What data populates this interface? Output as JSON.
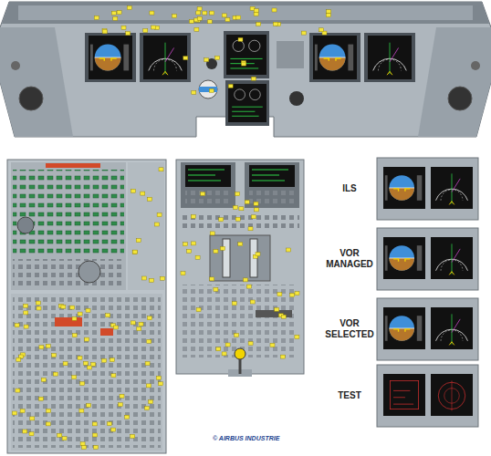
{
  "diagram": {
    "labels": [
      "ILS",
      "VOR MANAGED",
      "VOR SELECTED",
      "TEST",
      "© AIRBUS INDUSTRIE"
    ]
  }
}
